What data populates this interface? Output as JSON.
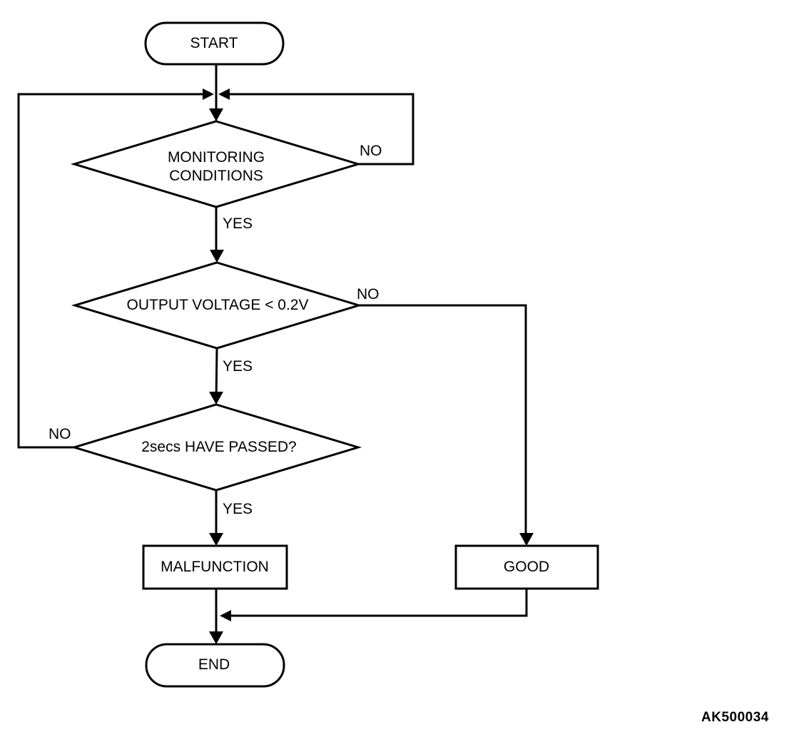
{
  "diagram": {
    "figure_code": "AK500034",
    "colors": {
      "stroke": "#000000",
      "background": "#ffffff",
      "text": "#000000"
    },
    "nodes": {
      "start": {
        "type": "terminator",
        "label": "START"
      },
      "decision1": {
        "type": "decision",
        "line1": "MONITORING",
        "line2": "CONDITIONS"
      },
      "decision2": {
        "type": "decision",
        "label": "OUTPUT VOLTAGE < 0.2V"
      },
      "decision3": {
        "type": "decision",
        "label": "2secs HAVE PASSED?"
      },
      "malfunction": {
        "type": "process",
        "label": "MALFUNCTION"
      },
      "good": {
        "type": "process",
        "label": "GOOD"
      },
      "end": {
        "type": "terminator",
        "label": "END"
      }
    },
    "edges": {
      "start_out": {
        "from": "start",
        "to": "decision1"
      },
      "decision1_no": {
        "label": "NO",
        "from": "decision1",
        "to": "decision1"
      },
      "decision1_yes": {
        "label": "YES",
        "from": "decision1",
        "to": "decision2"
      },
      "decision2_no": {
        "label": "NO",
        "from": "decision2",
        "to": "good"
      },
      "decision2_yes": {
        "label": "YES",
        "from": "decision2",
        "to": "decision3"
      },
      "decision3_no": {
        "label": "NO",
        "from": "decision3",
        "to": "decision1"
      },
      "decision3_yes": {
        "label": "YES",
        "from": "decision3",
        "to": "malfunction"
      },
      "malfunction_out": {
        "from": "malfunction",
        "to": "end"
      },
      "good_out": {
        "from": "good",
        "to": "end"
      }
    }
  }
}
